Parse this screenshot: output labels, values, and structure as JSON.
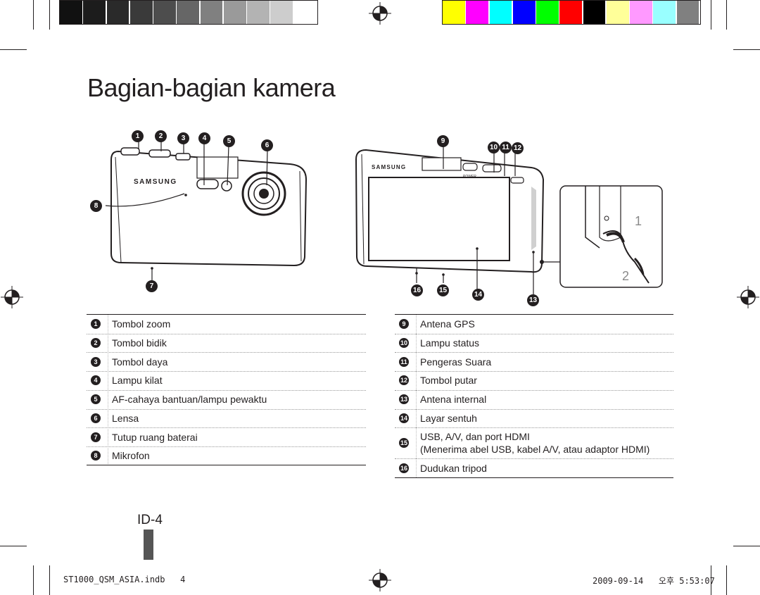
{
  "title": "Bagian-bagian kamera",
  "page_label": "ID-4",
  "swatches_gray": [
    "#111111",
    "#1c1c1c",
    "#2a2a2a",
    "#3a3a3a",
    "#4d4d4d",
    "#666666",
    "#808080",
    "#9a9a9a",
    "#b3b3b3",
    "#cdcdcd",
    "#ffffff"
  ],
  "swatches_color": [
    "#ffff00",
    "#ff00ff",
    "#00ffff",
    "#0000ff",
    "#00ff00",
    "#ff0000",
    "#000000",
    "#ffff99",
    "#ff99ff",
    "#99ffff",
    "#808080"
  ],
  "callouts": [
    "1",
    "2",
    "3",
    "4",
    "5",
    "6",
    "7",
    "8",
    "9",
    "10",
    "11",
    "12",
    "13",
    "14",
    "15",
    "16"
  ],
  "legend_left": [
    {
      "n": "1",
      "text": "Tombol zoom"
    },
    {
      "n": "2",
      "text": "Tombol bidik"
    },
    {
      "n": "3",
      "text": "Tombol daya"
    },
    {
      "n": "4",
      "text": "Lampu kilat"
    },
    {
      "n": "5",
      "text": "AF-cahaya bantuan/lampu pewaktu"
    },
    {
      "n": "6",
      "text": "Lensa"
    },
    {
      "n": "7",
      "text": "Tutup ruang baterai"
    },
    {
      "n": "8",
      "text": "Mikrofon"
    }
  ],
  "legend_right": [
    {
      "n": "9",
      "text": "Antena GPS"
    },
    {
      "n": "10",
      "text": "Lampu status"
    },
    {
      "n": "11",
      "text": "Pengeras Suara"
    },
    {
      "n": "12",
      "text": "Tombol putar"
    },
    {
      "n": "13",
      "text": "Antena internal"
    },
    {
      "n": "14",
      "text": "Layar sentuh"
    },
    {
      "n": "15",
      "text": "USB, A/V, dan port HDMI",
      "text2": "(Menerima abel USB, kabel A/V, atau adaptor HDMI)"
    },
    {
      "n": "16",
      "text": "Dudukan tripod"
    }
  ],
  "camera": {
    "brand_front": "SAMSUNG",
    "brand_back": "SAMSUNG",
    "power_label": "POWER"
  },
  "strap": {
    "step1": "1",
    "step2": "2"
  },
  "footer": {
    "file": "ST1000_QSM_ASIA.indb   4",
    "datetime": "2009-09-14   오후 5:53:07"
  }
}
